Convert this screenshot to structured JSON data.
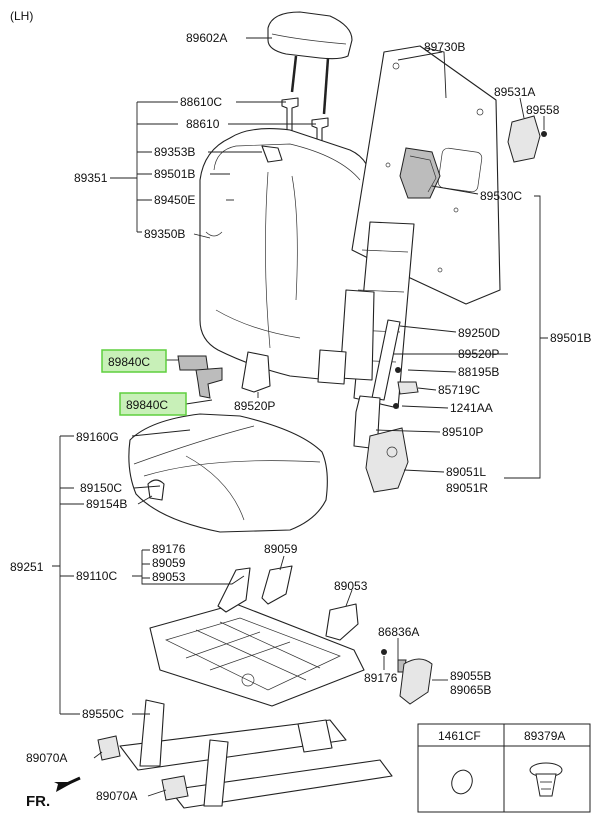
{
  "header": {
    "side": "(LH)"
  },
  "labels": {
    "headrest": "89602A",
    "back_cover_board": "89730B",
    "guide_a": "88610C",
    "guide": "88610",
    "pad_b": "89353B",
    "back_frame_assy": "89351",
    "pad_501b": "89501B",
    "cover": "89450E",
    "pad_350b": "89350B",
    "latch_a": "89531A",
    "bolt_558": "89558",
    "recliner": "89530C",
    "frame_250d": "89250D",
    "back_assy": "89501B",
    "hinge_520p": "89520P",
    "screw_195b": "88195B",
    "handle_719c": "85719C",
    "bolt_241aa": "1241AA",
    "bracket_510p": "89510P",
    "cover_l": "89051L",
    "cover_r": "89051R",
    "buckle_top": "89840C",
    "buckle_bottom": "89840C",
    "hinge_520p_lower": "89520P",
    "cushion_cover": "89160G",
    "cushion_pad": "89150C",
    "cushion_b": "89154B",
    "cushion_assy": "89251",
    "frame_176": "89176",
    "frame_059": "89059",
    "frame_053": "89053",
    "frame_110c": "89110C",
    "frame_059_right": "89059",
    "frame_053_right": "89053",
    "clip_836a": "86836A",
    "clip_176": "89176",
    "cover_055b": "89055B",
    "cover_065b": "89065B",
    "frame_550c": "89550C",
    "leg_070a_1": "89070A",
    "leg_070a_2": "89070A",
    "front": "FR."
  },
  "highlight_color": "#8ce06e",
  "legend": {
    "col1": "1461CF",
    "col2": "89379A"
  }
}
